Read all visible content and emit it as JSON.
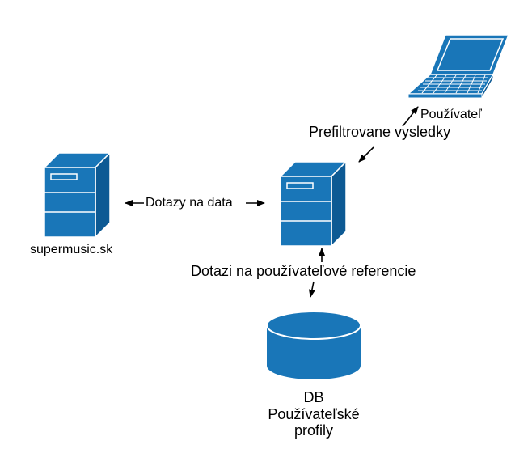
{
  "labels": {
    "user": "Používateľ",
    "prefiltered": "Prefiltrovane vysledky",
    "queries_data": "Dotazy na data",
    "site": "supermusic.sk",
    "queries_prefs": "Dotazi na používateľové referencie",
    "db_line1": "DB",
    "db_line2": "Používateľské",
    "db_line3": "profily"
  },
  "icons": {
    "laptop": "laptop-icon",
    "server_left": "server-icon",
    "server_center": "server-icon",
    "database": "database-icon"
  },
  "colors": {
    "icon_fill": "#1976b8",
    "icon_dark": "#0d5a94",
    "icon_line": "#ffffff",
    "arrow": "#000000",
    "text": "#000000"
  }
}
